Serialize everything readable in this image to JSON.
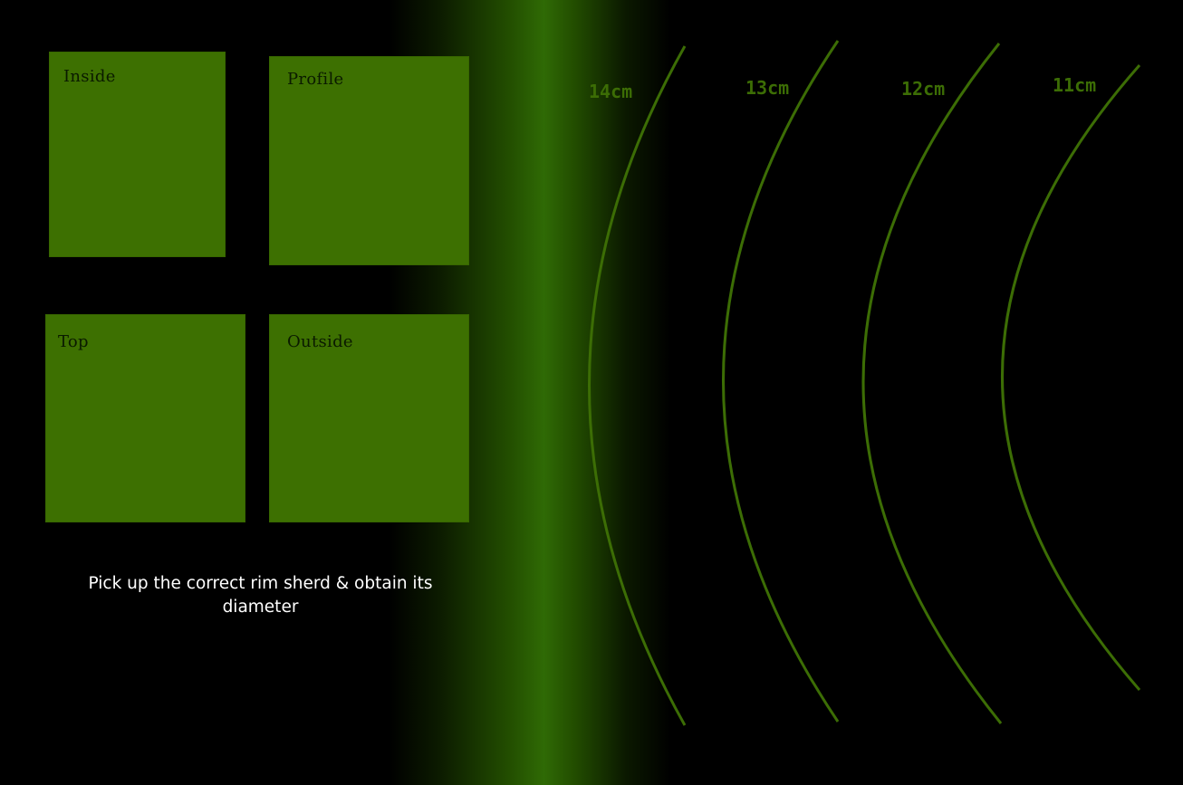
{
  "views": {
    "inside": "Inside",
    "profile": "Profile",
    "top": "Top",
    "outside": "Outside"
  },
  "instruction": "Pick up the correct rim sherd & obtain its diameter",
  "rim_chart": {
    "labels": [
      "14cm",
      "13cm",
      "12cm",
      "11cm"
    ],
    "arc_color": "#3c6d05"
  },
  "colors": {
    "background": "#000000",
    "panel": "#3d7001",
    "glow": "#2f6a05",
    "label_text": "#0a1a00",
    "instruction_text": "#ffffff"
  }
}
